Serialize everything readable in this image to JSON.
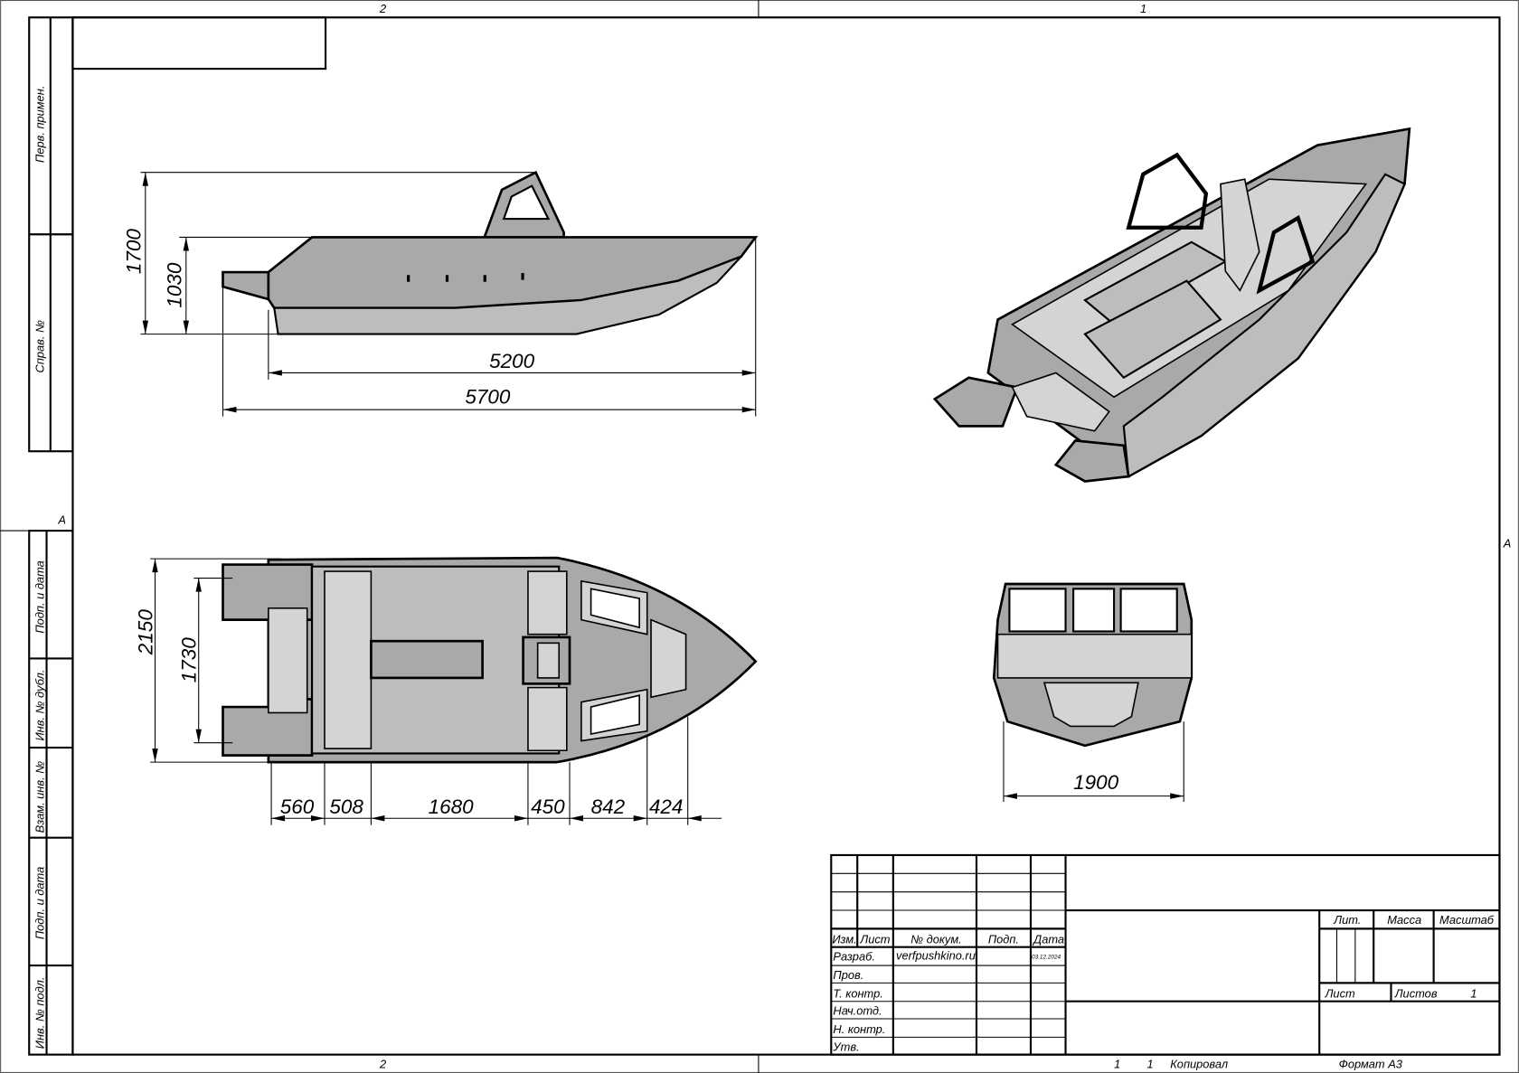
{
  "zones": {
    "top_left": "2",
    "top_right": "1",
    "bottom_left": "2",
    "bottom_right": "1",
    "row_left": "A",
    "row_right": "A"
  },
  "side_strip": {
    "perv_primen": "Перв. примен.",
    "sprav_no": "Справ. №",
    "podp_data_1": "Подп. и дата",
    "inv_dubl": "Инв. № дубл.",
    "vzam_inv": "Взам. инв. №",
    "podp_data_2": "Подп. и дата",
    "inv_podl": "Инв. № подл."
  },
  "side_view": {
    "height_total": "1700",
    "height_hull": "1030",
    "length_hull": "5200",
    "length_total": "5700"
  },
  "top_view": {
    "beam_total": "2150",
    "beam_inner": "1730",
    "segments": [
      "560",
      "508",
      "1680",
      "450",
      "842",
      "424"
    ]
  },
  "front_view": {
    "beam": "1900"
  },
  "title_block": {
    "izm": "Изм.",
    "list": "Лист",
    "no_dokum": "№ докум.",
    "podp": "Подп.",
    "data": "Дата",
    "razrab": "Разраб.",
    "razrab_name": "verfpushkino.ru",
    "razrab_date": "03.12.2024",
    "prov": "Пров.",
    "t_kontr": "Т. контр.",
    "nach_otd": "Нач.отд.",
    "n_kontr": "Н. контр.",
    "utv": "Утв.",
    "lit": "Лит.",
    "massa": "Масса",
    "masshtab": "Масштаб",
    "list_label": "Лист",
    "listov_label": "Листов",
    "listov_value": "1"
  },
  "footer": {
    "copy_no": "1",
    "kopiroval": "Копировал",
    "format": "Формат А3"
  }
}
